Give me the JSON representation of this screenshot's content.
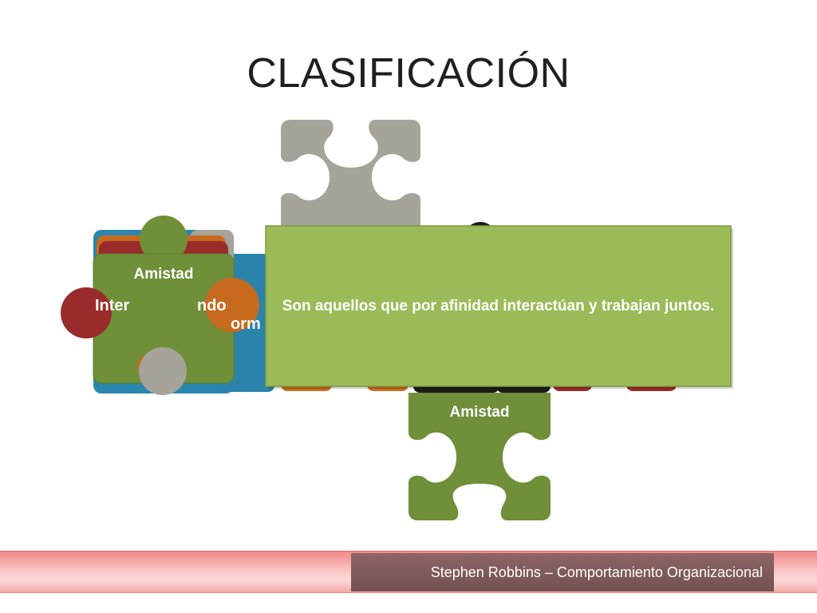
{
  "slide": {
    "title": "CLASIFICACIÓN",
    "left_cluster": {
      "front_label": "Amistad",
      "fragment_left": "Inter",
      "fragment_right": "ndo",
      "blue_fragment": "orm"
    },
    "callout": {
      "text": "Son aquellos que por afinidad interactúan y trabajan juntos."
    },
    "bottom_piece": {
      "label": "Amistad"
    },
    "footer": {
      "credit": "Stephen Robbins – Comportamiento Organizacional"
    }
  },
  "colors": {
    "gray_piece": "#a6a39b",
    "callout_green": "#9bbb59",
    "olive_piece": "#6f8f38",
    "blue_piece": "#2b86ad",
    "orange_piece": "#c86a1e",
    "red_piece": "#9a2b2b",
    "black_piece": "#1b1b1b",
    "footer_pink": "#f8b8b7",
    "footer_box": "#7b5757"
  },
  "icons": [
    "puzzle-piece-icon"
  ]
}
